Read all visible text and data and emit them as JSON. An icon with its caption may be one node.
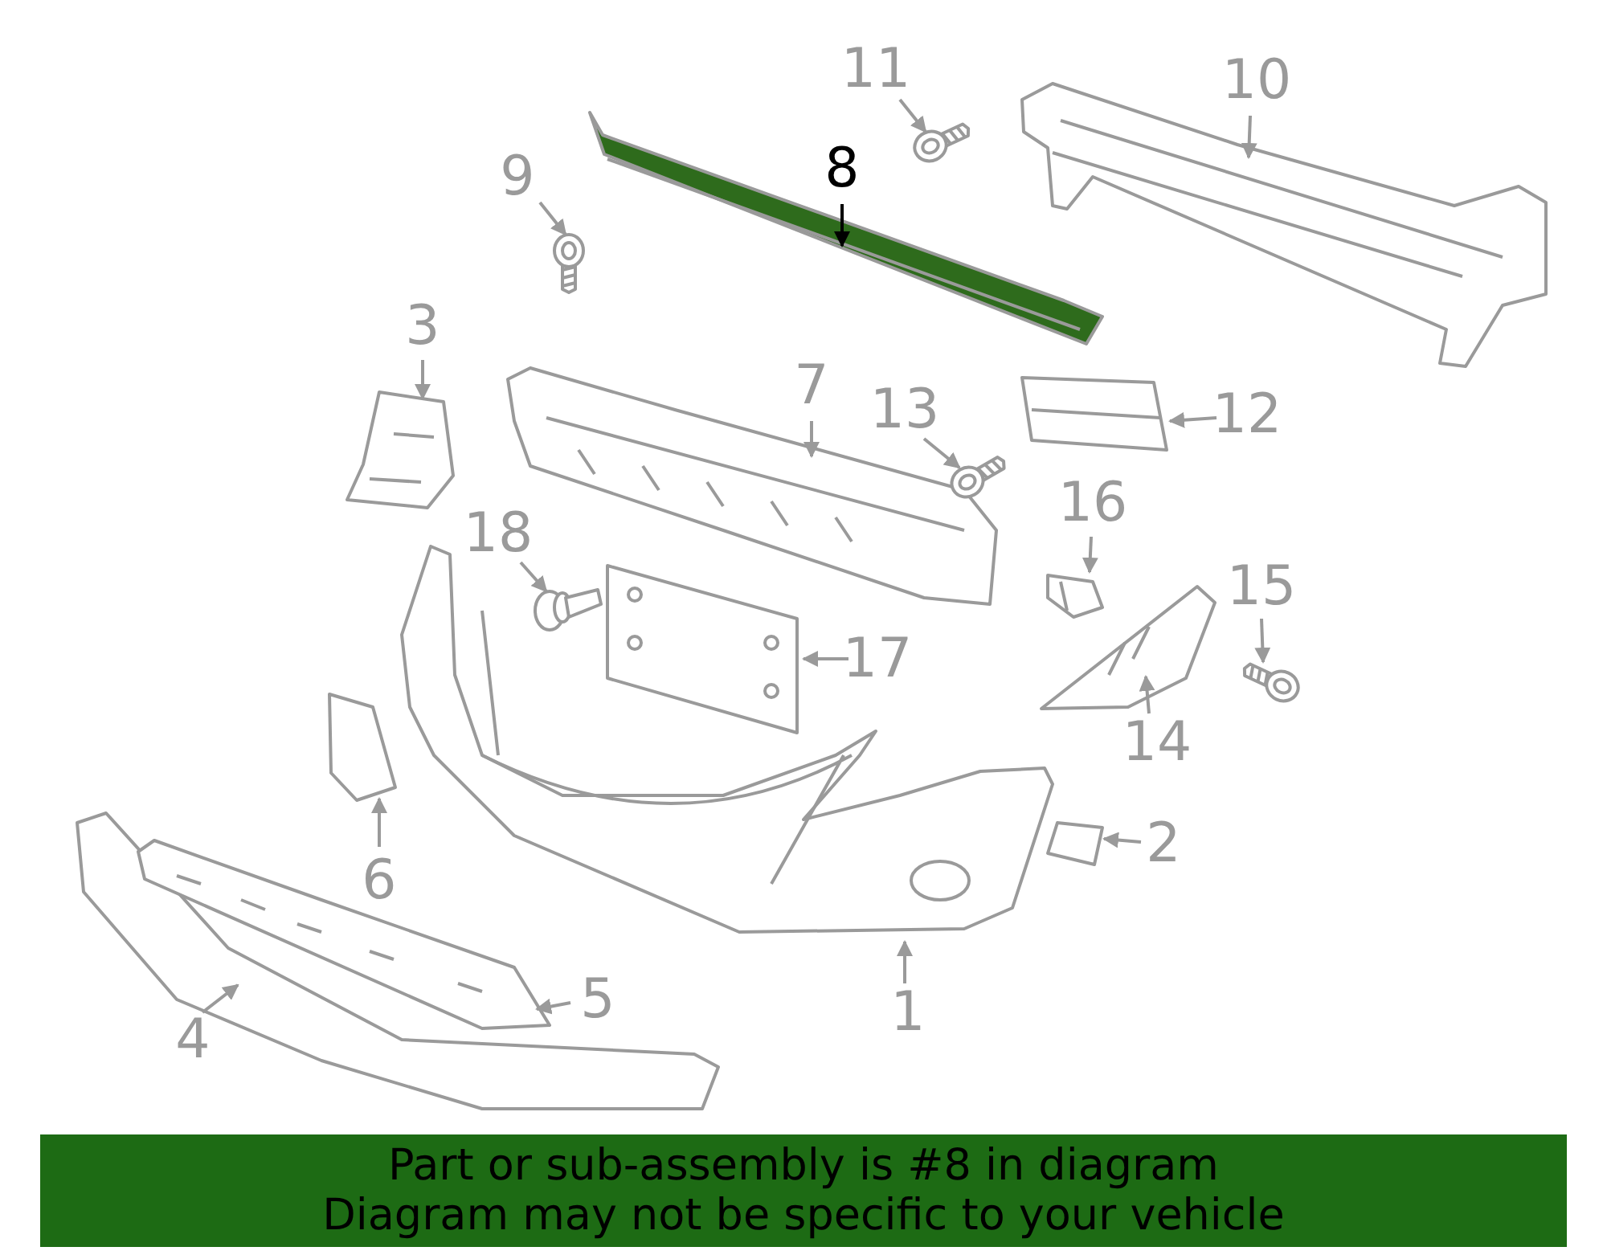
{
  "diagram": {
    "nodes": [
      {
        "text": [
          "1"
        ]
      },
      {
        "text": [
          "2"
        ]
      },
      {
        "text": [
          "3"
        ]
      },
      {
        "text": [
          "4"
        ]
      },
      {
        "text": [
          "5"
        ]
      },
      {
        "text": [
          "6"
        ]
      },
      {
        "text": [
          "7"
        ]
      },
      {
        "text": [
          "8"
        ]
      },
      {
        "text": [
          "9"
        ]
      },
      {
        "text": [
          "10"
        ]
      },
      {
        "text": [
          "11"
        ]
      },
      {
        "text": [
          "12"
        ]
      },
      {
        "text": [
          "13"
        ]
      },
      {
        "text": [
          "14"
        ]
      },
      {
        "text": [
          "15"
        ]
      },
      {
        "text": [
          "16"
        ]
      },
      {
        "text": [
          "17"
        ]
      },
      {
        "text": [
          "18"
        ]
      },
      {
        "text": [],
        "shape": "picture"
      },
      {
        "text": [],
        "shape": "picture"
      },
      {
        "text": [],
        "shape": "picture"
      },
      {
        "text": [],
        "shape": "picture"
      },
      {
        "text": [],
        "shape": "picture"
      },
      {
        "text": [],
        "shape": "picture"
      },
      {
        "text": [],
        "shape": "picture"
      },
      {
        "text": [],
        "shape": "picture"
      },
      {
        "text": [],
        "shape": "bolt"
      },
      {
        "text": [],
        "shape": "picture"
      },
      {
        "text": [],
        "shape": "bolt"
      },
      {
        "text": [],
        "shape": "picture"
      },
      {
        "text": [],
        "shape": "bolt"
      },
      {
        "text": [],
        "shape": "picture"
      },
      {
        "text": [],
        "shape": "bolt"
      },
      {
        "text": [],
        "shape": "picture"
      },
      {
        "text": [],
        "shape": "picture"
      },
      {
        "text": [],
        "shape": "picture"
      }
    ],
    "edges": [
      {
        "from": 0,
        "to": 18,
        "arrow": "to"
      },
      {
        "from": 1,
        "to": 19,
        "arrow": "to"
      },
      {
        "from": 2,
        "to": 20,
        "arrow": "to"
      },
      {
        "from": 3,
        "to": 21,
        "arrow": "to"
      },
      {
        "from": 4,
        "to": 22,
        "arrow": "to"
      },
      {
        "from": 5,
        "to": 23,
        "arrow": "to"
      },
      {
        "from": 6,
        "to": 24,
        "arrow": "to"
      },
      {
        "from": 7,
        "to": 25,
        "arrow": "to",
        "color": "#000000"
      },
      {
        "from": 8,
        "to": 26,
        "arrow": "to"
      },
      {
        "from": 9,
        "to": 27,
        "arrow": "to"
      },
      {
        "from": 10,
        "to": 28,
        "arrow": "to"
      },
      {
        "from": 11,
        "to": 29,
        "arrow": "to"
      },
      {
        "from": 12,
        "to": 30,
        "arrow": "to"
      },
      {
        "from": 13,
        "to": 31,
        "arrow": "to"
      },
      {
        "from": 14,
        "to": 32,
        "arrow": "to"
      },
      {
        "from": 15,
        "to": 33,
        "arrow": "to"
      },
      {
        "from": 16,
        "to": 34,
        "arrow": "to"
      },
      {
        "from": 17,
        "to": 35,
        "arrow": "to"
      }
    ],
    "labels": [
      "Part or sub-assembly is #8 in diagram",
      "Diagram may not be specific to your vehicle"
    ]
  }
}
